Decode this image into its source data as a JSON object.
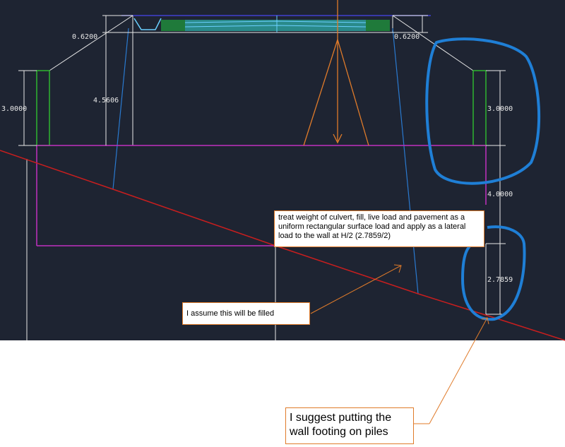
{
  "dimensions": {
    "top_left_offset": "0.6200",
    "top_right_offset": "0.6200",
    "left_wall_height": "3.0000",
    "culvert_height": "4.5606",
    "right_wall_height": "3.0000",
    "right_gap": "4.0000",
    "right_footing_depth": "2.7859"
  },
  "callouts": {
    "load_note": "treat weight of culvert, fill, live load and pavement as a uniform rectangular surface load and apply as a lateral load to the wall at H/2 (2.7859/2)",
    "fill_note": "I assume this will be filled",
    "piles_note": "I suggest putting the wall footing on piles"
  },
  "colors": {
    "background": "#1e2432",
    "dimension_line": "#e8e8e8",
    "wall_outline": "#2fb52f",
    "excavation": "#c030c0",
    "ground_line": "#c81e1e",
    "load_arrows": "#e07b2a",
    "slope_lines": "#2a7ad0",
    "markup": "#1f7fd6",
    "callout_border": "#e07b2a"
  }
}
